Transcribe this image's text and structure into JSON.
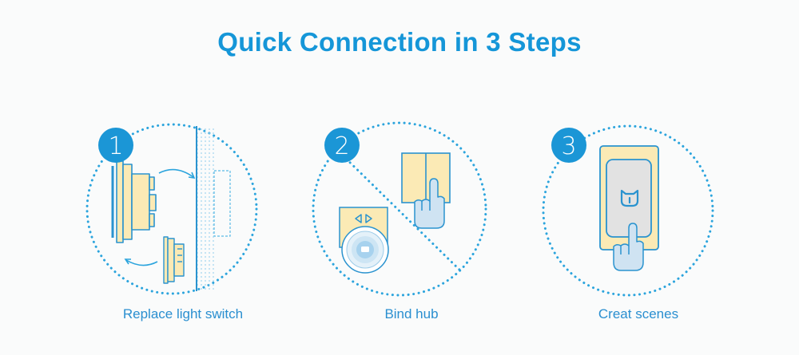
{
  "title": "Quick Connection in 3 Steps",
  "colors": {
    "accent": "#1596d8",
    "badge": "#1b96d6",
    "outline": "#4fb6e4",
    "panel_fill": "#fbeab5",
    "hand_fill": "#cfe3f2",
    "panel_gray": "#e2e2e2"
  },
  "steps": [
    {
      "number": "1",
      "caption": "Replace light switch",
      "icon": "light-switch-replace-illustration"
    },
    {
      "number": "2",
      "caption": "Bind hub",
      "icon": "hub-binding-illustration"
    },
    {
      "number": "3",
      "caption": "Creat scenes",
      "icon": "smartphone-app-illustration"
    }
  ]
}
